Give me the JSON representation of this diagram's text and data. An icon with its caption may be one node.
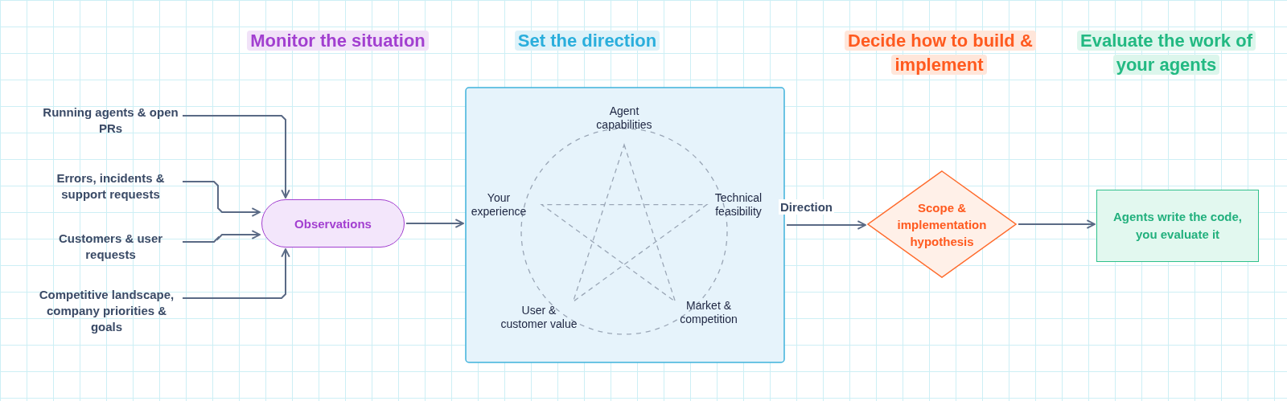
{
  "diagram": {
    "nodes": [
      {
        "text": [
          "Running agents & open PRs"
        ]
      },
      {
        "text": [
          "Errors, incidents & support requests"
        ]
      },
      {
        "text": [
          "Customers & user requests"
        ]
      },
      {
        "text": [
          "Competitive landscape, company priorities & goals"
        ]
      },
      {
        "text": [
          "Observations"
        ]
      },
      {
        "text": [],
        "shape": "box"
      },
      {
        "text": [
          "Scope & implementation hypothesis"
        ]
      },
      {
        "text": [
          "Agents write the code, you evaluate it"
        ]
      }
    ],
    "edges": [
      {
        "from": 0,
        "to": 4,
        "arrow": "to"
      },
      {
        "from": 1,
        "to": 4,
        "arrow": "to"
      },
      {
        "from": 2,
        "to": 4,
        "arrow": "to"
      },
      {
        "from": 3,
        "to": 4,
        "arrow": "to"
      },
      {
        "from": 4,
        "to": 5,
        "arrow": "to"
      },
      {
        "from": 5,
        "to": 6,
        "label": "Direction",
        "arrow": "to"
      },
      {
        "from": 6,
        "to": 7,
        "arrow": "to"
      }
    ],
    "labels": [
      "Monitor the situation",
      "Set the direction",
      "Decide how to build & implement",
      "Evaluate the work of your agents",
      "Agent capabilities",
      "Your experience",
      "Technical feasibility",
      "User & customer value",
      "Market & competition"
    ]
  }
}
